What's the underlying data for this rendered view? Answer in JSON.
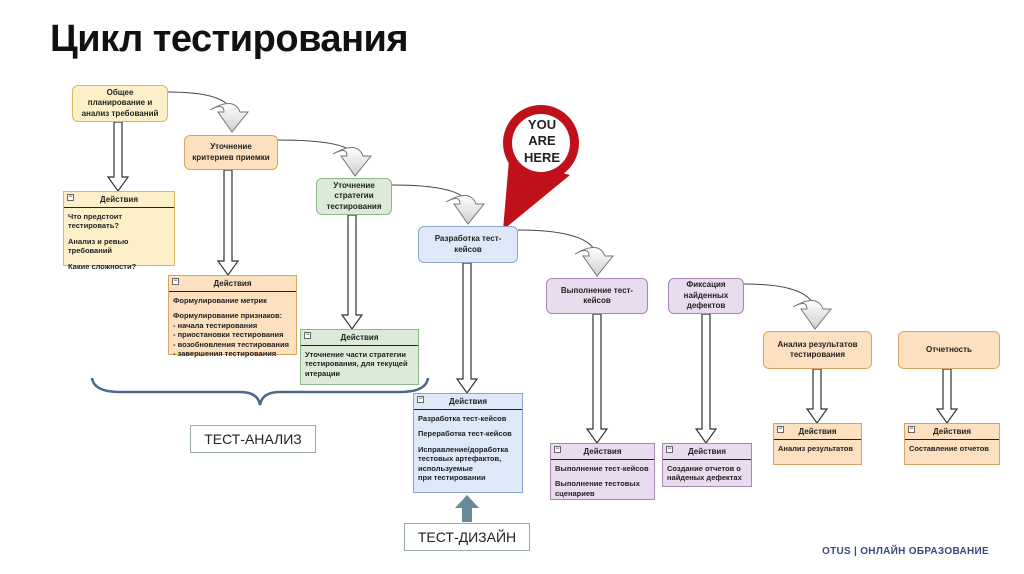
{
  "title": "Цикл тестирования",
  "stages": [
    {
      "label": "Общее планирование и анализ требований"
    },
    {
      "label": "Уточнение критериев приемки"
    },
    {
      "label": "Уточнение стратегии тестирования"
    },
    {
      "label": "Разработка тест-кейсов"
    },
    {
      "label": "Выполнение тест-кейсов"
    },
    {
      "label": "Фиксация найденных дефектов"
    },
    {
      "label": "Анализ результатов тестирования"
    },
    {
      "label": "Отчетность"
    }
  ],
  "panels": [
    {
      "header": "Действия",
      "items": [
        "Что предстоит тестировать?",
        "Анализ и ревью требований",
        "Какие сложности?"
      ]
    },
    {
      "header": "Действия",
      "items": [
        "Формулирование метрик",
        "Формулирование признаков:\n - начала тестирования\n- приостановки тестирования\n- возобновления тестирования\n- завершения тестирования"
      ]
    },
    {
      "header": "Действия",
      "items": [
        "Уточнение части стратегии тестирования, для текущей итерации"
      ]
    },
    {
      "header": "Действия",
      "items": [
        "Разработка тест-кейсов",
        "Переработка тест-кейсов",
        "Исправление/доработка тестовых артефактов, используемые\nпри тестировании"
      ]
    },
    {
      "header": "Действия",
      "items": [
        "Выполнение тест-кейсов",
        "Выполнение тестовых сценариев"
      ]
    },
    {
      "header": "Действия",
      "items": [
        "Создание отчетов о найденых дефектах"
      ]
    },
    {
      "header": "Действия",
      "items": [
        "Анализ результатов"
      ]
    },
    {
      "header": "Действия",
      "items": [
        "Составление отчетов"
      ]
    }
  ],
  "pin": {
    "line1": "YOU",
    "line2": "ARE",
    "line3": "HERE",
    "color": "#c0101a"
  },
  "labels": {
    "analysis": "ТЕСТ-АНАЛИЗ",
    "design": "ТЕСТ-ДИЗАЙН"
  },
  "footer": "OTUS | ОНЛАЙН ОБРАЗОВАНИЕ"
}
